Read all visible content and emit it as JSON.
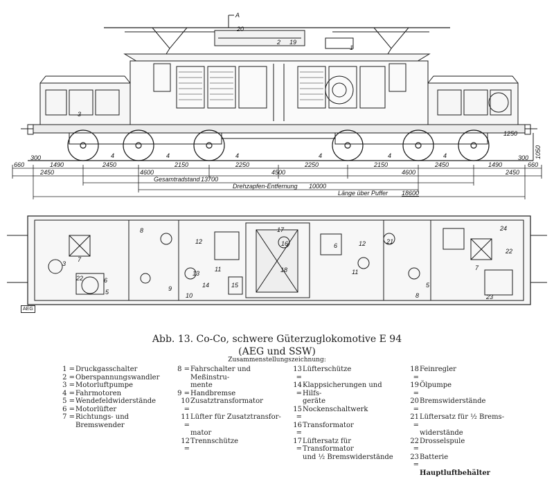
{
  "stamp": "AEG",
  "caption": {
    "line1": "Abb. 13. Co-Co, schwere Güterzuglokomotive E 94",
    "line2": "(AEG und SSW)",
    "subtitle": "Zusammenstellungszeichnung:"
  },
  "dimensions": {
    "row1": [
      "660",
      "1490",
      "2450",
      "2150",
      "2250",
      "2250",
      "2150",
      "2450",
      "1490",
      "660"
    ],
    "row2": [
      "2450",
      "4600",
      "4500",
      "4600",
      "2450"
    ],
    "total_wheelbase_label": "Gesamtradstand",
    "total_wheelbase": "13700",
    "pivot_label": "Drehzapfen-Entfernung",
    "pivot": "10000",
    "length_label": "Länge über Puffer",
    "length": "18600",
    "height_1250": "1250",
    "height_1050": "1050",
    "small_300_left": "300",
    "small_300_right": "300"
  },
  "section_mark": "A",
  "callouts_elevation": [
    "20",
    "2",
    "19",
    "1",
    "3",
    "4",
    "4",
    "4",
    "4",
    "4",
    "4"
  ],
  "callouts_plan": [
    "7",
    "3",
    "22",
    "6",
    "5",
    "8",
    "9",
    "12",
    "13",
    "14",
    "10",
    "11",
    "15",
    "17",
    "16",
    "18",
    "6",
    "12",
    "11",
    "21",
    "8",
    "5",
    "24",
    "22",
    "7",
    "23"
  ],
  "legend": {
    "col1": [
      {
        "n": "1",
        "t": "Druckgasschalter"
      },
      {
        "n": "2",
        "t": "Oberspannungswandler"
      },
      {
        "n": "3",
        "t": "Motorluftpumpe"
      },
      {
        "n": "4",
        "t": "Fahrmotoren"
      },
      {
        "n": "5",
        "t": "Wendefeldwiderstände"
      },
      {
        "n": "6",
        "t": "Motorlüfter"
      },
      {
        "n": "7",
        "t": "Richtungs- und Bremswender"
      }
    ],
    "col2": [
      {
        "n": "8",
        "t": "Fahrschalter und Meßinstru-"
      },
      {
        "n": "",
        "t": "mente"
      },
      {
        "n": "9",
        "t": "Handbremse"
      },
      {
        "n": "10",
        "t": "Zusatztransformator"
      },
      {
        "n": "11",
        "t": "Lüfter für Zusatztransfor-"
      },
      {
        "n": "",
        "t": "mator"
      },
      {
        "n": "12",
        "t": "Trennschütze"
      }
    ],
    "col3": [
      {
        "n": "13",
        "t": "Lüfterschütze"
      },
      {
        "n": "14",
        "t": "Klappsicherungen und Hilfs-"
      },
      {
        "n": "",
        "t": "geräte"
      },
      {
        "n": "15",
        "t": "Nockenschaltwerk"
      },
      {
        "n": "16",
        "t": "Transformator"
      },
      {
        "n": "17",
        "t": "Lüftersatz für Transformator"
      },
      {
        "n": "",
        "t": "und ½ Bremswiderstände"
      }
    ],
    "col4": [
      {
        "n": "18",
        "t": "Feinregler"
      },
      {
        "n": "19",
        "t": "Ölpumpe"
      },
      {
        "n": "20",
        "t": "Bremswiderstände"
      },
      {
        "n": "21",
        "t": "Lüftersatz für ½ Brems-"
      },
      {
        "n": "",
        "t": "widerstände"
      },
      {
        "n": "22",
        "t": "Drosselspule"
      },
      {
        "n": "23",
        "t": "Batterie"
      },
      {
        "n": "",
        "t": "Hauptluftbehälter",
        "bold": true
      }
    ]
  }
}
